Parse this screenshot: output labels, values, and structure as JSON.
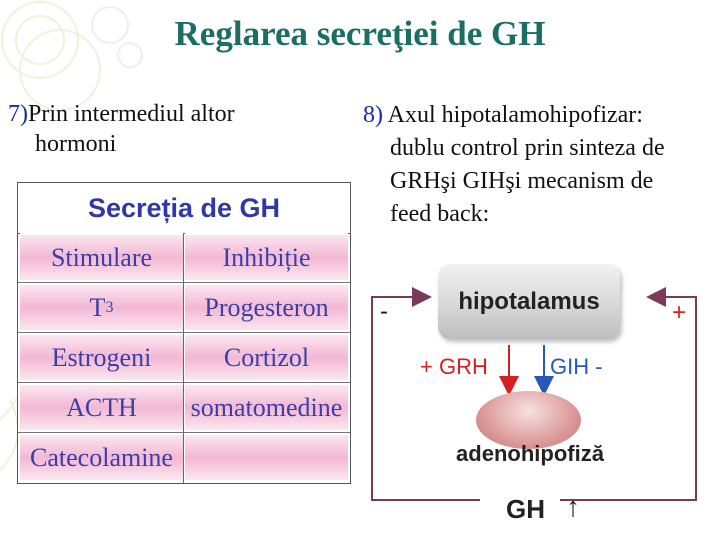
{
  "title": "Reglarea secreţiei de GH",
  "left": {
    "number": "7)",
    "line1": "Prin intermediul altor",
    "line2": "hormoni"
  },
  "right": {
    "number": "8)",
    "line1": " Axul hipotalamohipofizar:",
    "line2": "dublu control prin sinteza de",
    "line3": "GRHşi GIHşi mecanism de",
    "line4": "feed back:"
  },
  "table": {
    "header": "Secreția de GH",
    "rows": [
      {
        "left": "Stimulare",
        "right": "Inhibiție"
      },
      {
        "left": "T",
        "left_sub": "3",
        "right": "Progesteron"
      },
      {
        "left": "Estrogeni",
        "right": "Cortizol"
      },
      {
        "left": "ACTH",
        "right": "somatomedine"
      },
      {
        "left": "Catecolamine",
        "right": ""
      }
    ]
  },
  "diagram": {
    "hypothalamus": "hipotalamus",
    "adenohypophysis": "adenohipofiză",
    "grh": "+ GRH",
    "gih": "GIH -",
    "feedback_left": "-",
    "feedback_right": "+",
    "gh_output": "GH",
    "gh_arrow": "↑"
  },
  "colors": {
    "title": "#1b6e64",
    "number": "#1a2aa8",
    "table_text": "#3a3fa8",
    "table_fill": "#f3b8d4",
    "grh": "#d42222",
    "gih": "#2757b8",
    "loop": "#7a3a5a"
  }
}
